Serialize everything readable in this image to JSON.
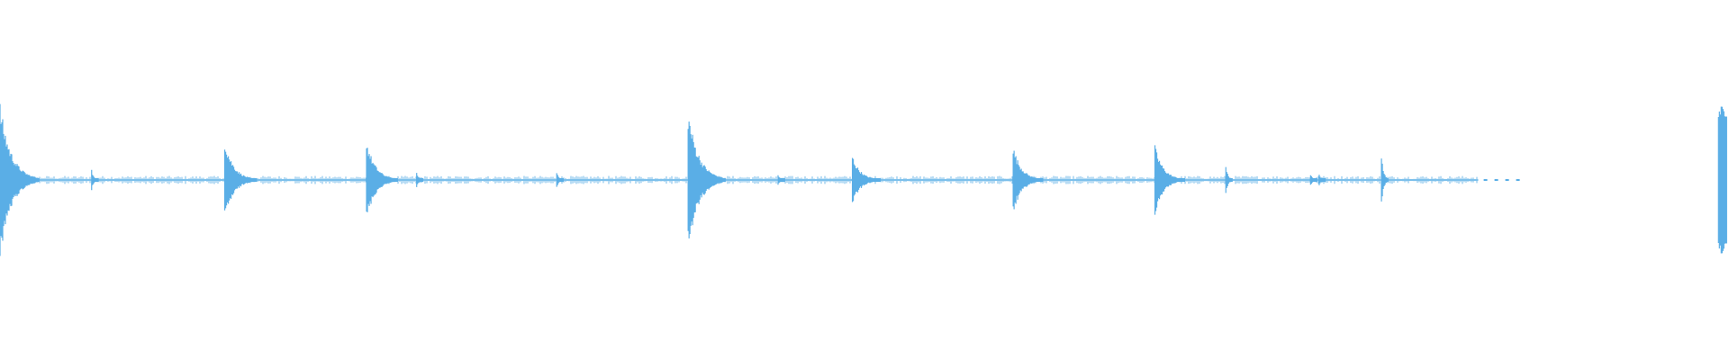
{
  "waveform": {
    "color": "#5aaee6",
    "visible_text": "",
    "peaks": [
      {
        "t": 0.0,
        "amp": 0.87,
        "decay": "long"
      },
      {
        "t": 0.053,
        "amp": 0.12,
        "decay": "short"
      },
      {
        "t": 0.13,
        "amp": 0.46,
        "decay": "long"
      },
      {
        "t": 0.212,
        "amp": 0.45,
        "decay": "long"
      },
      {
        "t": 0.241,
        "amp": 0.09,
        "decay": "short"
      },
      {
        "t": 0.322,
        "amp": 0.1,
        "decay": "short"
      },
      {
        "t": 0.398,
        "amp": 0.79,
        "decay": "long"
      },
      {
        "t": 0.45,
        "amp": 0.06,
        "decay": "short"
      },
      {
        "t": 0.493,
        "amp": 0.28,
        "decay": "long"
      },
      {
        "t": 0.586,
        "amp": 0.38,
        "decay": "long"
      },
      {
        "t": 0.668,
        "amp": 0.39,
        "decay": "long"
      },
      {
        "t": 0.709,
        "amp": 0.17,
        "decay": "short"
      },
      {
        "t": 0.758,
        "amp": 0.07,
        "decay": "short"
      },
      {
        "t": 0.763,
        "amp": 0.06,
        "decay": "short"
      },
      {
        "t": 0.799,
        "amp": 0.33,
        "decay": "short"
      },
      {
        "t": 0.996,
        "amp": 0.82,
        "decay": "burst"
      }
    ],
    "active_until": 0.855,
    "silent_until": 0.993
  }
}
